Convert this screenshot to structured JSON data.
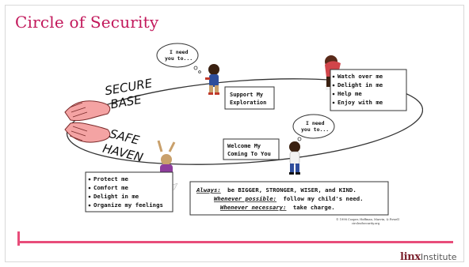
{
  "slide": {
    "title": "Circle of Security"
  },
  "diagram": {
    "secure_base_line1": "SECURE",
    "secure_base_line2": "BASE",
    "safe_haven_line1": "SAFE",
    "safe_haven_line2": "HAVEN",
    "bubble_top": [
      "I need",
      "you to..."
    ],
    "bubble_mid": [
      "I need",
      "you to..."
    ],
    "support_box": [
      "Support My",
      "Exploration"
    ],
    "welcome_box": [
      "Welcome My",
      "Coming To You"
    ],
    "top_needs": [
      "Watch over me",
      "Delight in me",
      "Help me",
      "Enjoy with me"
    ],
    "bottom_needs": [
      "Protect me",
      "Comfort me",
      "Delight in me",
      "Organize my feelings"
    ],
    "always_label": "Always:",
    "always_text": "be BIGGER, STRONGER, WISER, and KIND.",
    "possible_label": "Whenever possible:",
    "possible_text": "follow my child's need.",
    "necessary_label": "Whenever necessary:",
    "necessary_text": "take charge.",
    "copyright_line1": "© 1998 Cooper, Hoffman, Marvin, & Powell",
    "copyright_line2": "circleofsecurity.org"
  },
  "footer": {
    "logo_brand": "linx",
    "logo_suffix": "Institute"
  },
  "colors": {
    "title": "#c2185b",
    "accent_line": "#e84d7a",
    "logo": "#7a1f2b"
  }
}
